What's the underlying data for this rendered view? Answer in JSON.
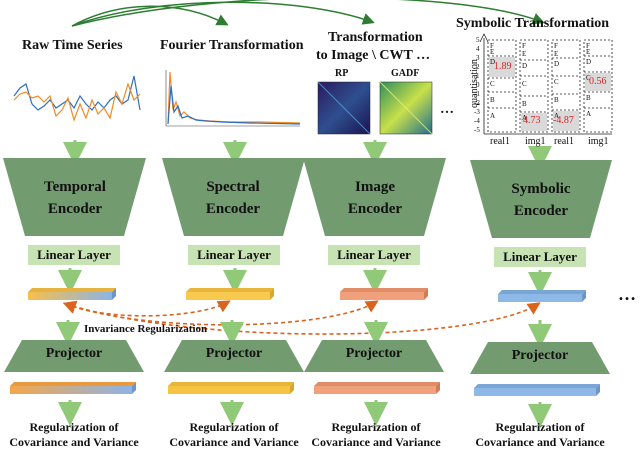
{
  "columns": [
    {
      "title": "Raw Time Series",
      "encoder_line1": "Temporal",
      "encoder_line2": "Encoder"
    },
    {
      "title": "Fourier Transformation",
      "encoder_line1": "Spectral",
      "encoder_line2": "Encoder"
    },
    {
      "title_line1": "Transformation",
      "title_line2": "to Image \\ CWT …",
      "encoder_line1": "Image",
      "encoder_line2": "Encoder"
    },
    {
      "title": "Symbolic Transformation",
      "encoder_line1": "Symbolic",
      "encoder_line2": "Encoder"
    }
  ],
  "image_panel_labels": [
    "RP",
    "GADF"
  ],
  "image_ellipsis": "…",
  "linear_layer_label": "Linear Layer",
  "projector_label": "Projector",
  "invariance_label": "Invariance Regularization",
  "regularization_line1": "Regularization of",
  "regularization_line2": "Covariance and Variance",
  "more_ellipsis": "…",
  "symbolic_plot": {
    "y_axis_label": "quantisation",
    "x_labels": [
      "real1",
      "img1",
      "real1",
      "img1"
    ],
    "y_ticks": [
      "5",
      "4",
      "3",
      "2",
      "1",
      "0",
      "-1",
      "-2",
      "-3",
      "-4",
      "-5"
    ],
    "values": [
      "1.89",
      "0.56",
      "4.73",
      "-4.87"
    ],
    "letters_col1": [
      "F",
      "E",
      "D",
      "C",
      "B",
      "A"
    ],
    "letters_col2": [
      "F",
      "E",
      "D",
      "C",
      "B",
      "A"
    ],
    "letters_col3": [
      "F",
      "E",
      "D",
      "C",
      "B",
      "A"
    ],
    "letters_col4": [
      "F",
      "E",
      "D",
      "C",
      "B",
      "A"
    ]
  },
  "colors": {
    "encoder": "#739b70",
    "linear_bg": "#c7e3b3",
    "arrow": "#90c978",
    "dashed_arrow": "#d9641e",
    "top_arrow": "#2e7d32",
    "emb_temporal_a": "#f7c04a",
    "emb_temporal_b": "#8cb4e6",
    "emb_spectral": "#f7c94d",
    "emb_image": "#f0a07a",
    "emb_symbolic": "#8db8e8",
    "proj_temporal_a": "#f3a64a",
    "proj_temporal_b": "#8cb4e6",
    "proj_spectral": "#f6c342",
    "proj_image": "#f0a07a",
    "proj_symbolic": "#8db8e8"
  }
}
